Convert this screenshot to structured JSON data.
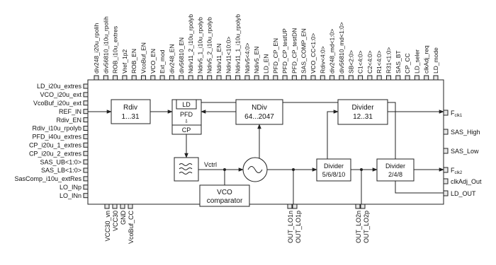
{
  "top_pins": [
    "div248_i20u_rpolih",
    "div56810_i10u_rpolih",
    "ROB_i10u_extres",
    "Vref_1p2",
    "ROB_EN",
    "VcoBuf_EN",
    "VCO_EN",
    "Ext_mod",
    "div248_EN",
    "div56810_EN",
    "Ndiv11_2_i10u_rpolyb",
    "Ndiv5_1_i10u_rpolyb",
    "Ndiv5_2_i10u_rpolyb",
    "Ndiv11_EN",
    "Ndiv11<10:0>",
    "Ndiv11_1_i10u_rpolyb",
    "Ndiv5<4:0>",
    "Ndiv5_EN",
    "LD_EN",
    "PFD_CP_EN",
    "PFD_CP_testUP",
    "PFD_CP_testDN",
    "SAS_COMP_EN",
    "VCO_CC<1:0>",
    "Rdiv<4:0>",
    "div248_md<1:0>",
    "div56810_md<1:0>",
    "SB<2:0>",
    "C1<4:0>",
    "C2<4:0>",
    "R1<4:0>",
    "R31<1:0>",
    "SAS_BT",
    "CP_CC",
    "LD_seler",
    "clkAdj_req",
    "LD_mode"
  ],
  "left_pins": [
    "LD_i20u_extres",
    "VCO_i20u_ext",
    "VcoBuf_i20u_ext",
    "REF_IN",
    "Rdiv_EN",
    "Rdiv_i10u_rpolyb",
    "PFD_i40u_extres",
    "CP_i20u_1_extres",
    "CP_i20u_2_extres",
    "SAS_UB<1:0>",
    "SAS_LB<1:0>",
    "SasComp_i10u_extRes",
    "LO_INp",
    "LO_INn"
  ],
  "right_pins": {
    "fclk1": {
      "main": "F",
      "sub": "clk1"
    },
    "sas_high": "SAS_High",
    "sas_low": "SAS_Low",
    "fclk2": {
      "main": "F",
      "sub": "clk2"
    },
    "clkadj_out": "clkAdj_Out",
    "ld_out": "LD_OUT"
  },
  "bottom_pins": {
    "power": [
      "VCC30_vn",
      "VCC30",
      "GND",
      "VcoBuf_CC"
    ],
    "lo1": [
      "OUT_LO1n",
      "OUT_LO1p"
    ],
    "lo2": [
      "OUT_LO2n",
      "OUT_LO2p"
    ]
  },
  "blocks": {
    "rdiv": {
      "title": "Rdiv",
      "range": "1...31"
    },
    "ld": "LD",
    "pfd": "PFD",
    "cp": "CP",
    "ndiv": {
      "title": "NDiv",
      "range": "64...2047"
    },
    "divider_top": {
      "title": "Divider",
      "range": "12..31"
    },
    "divider_mid": {
      "title": "Divider",
      "range": "5/6/8/10"
    },
    "divider_right": {
      "title": "Divider",
      "range": "2/4/8"
    },
    "vctrl": "Vctrl",
    "vco_comp": {
      "line1": "VCO",
      "line2": "comparator"
    }
  }
}
